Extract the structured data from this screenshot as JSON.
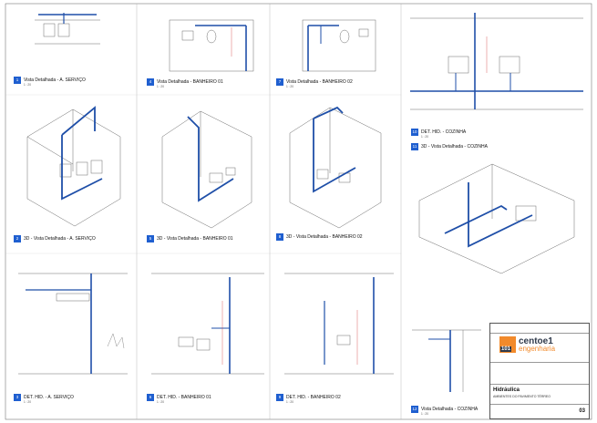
{
  "views": [
    {
      "num": "1",
      "title": "Vista Detalhada - A. SERVIÇO",
      "scale": "1 : 20"
    },
    {
      "num": "4",
      "title": "Vista Detalhada - BANHEIRO 01",
      "scale": "1 : 20"
    },
    {
      "num": "7",
      "title": "Vista Detalhada - BANHEIRO 02",
      "scale": "1 : 20"
    },
    {
      "num": "10",
      "title": "DET. HID. - COZINHA",
      "scale": "1 : 20"
    },
    {
      "num": "11",
      "title": "3D - Vista Detalhada - COZINHA",
      "scale": ""
    },
    {
      "num": "2",
      "title": "3D - Vista Detalhada - A. SERVIÇO",
      "scale": ""
    },
    {
      "num": "5",
      "title": "3D - Vista Detalhada - BANHEIRO 01",
      "scale": ""
    },
    {
      "num": "8",
      "title": "3D - Vista Detalhada - BANHEIRO 02",
      "scale": ""
    },
    {
      "num": "3",
      "title": "DET. HID. - A. SERVIÇO",
      "scale": "1 : 20"
    },
    {
      "num": "6",
      "title": "DET. HID. - BANHEIRO 01",
      "scale": "1 : 20"
    },
    {
      "num": "9",
      "title": "DET. HID. - BANHEIRO 02",
      "scale": "1 : 20"
    },
    {
      "num": "12",
      "title": "Vista Detalhada - COZINHA",
      "scale": "1 : 20"
    }
  ],
  "titleblock": {
    "logo_mark": "101",
    "brand_line1": "centoe1",
    "brand_line2": "engenharia",
    "discipline": "Hidráulica",
    "environment": "AMBIENTES DO PAVIMENTO TÉRREO",
    "sheet": "03"
  },
  "colors": {
    "pipe": "#1f4fa8",
    "accent": "#f28a2b",
    "line": "#6b6b6b",
    "dim": "#d23a3a"
  }
}
